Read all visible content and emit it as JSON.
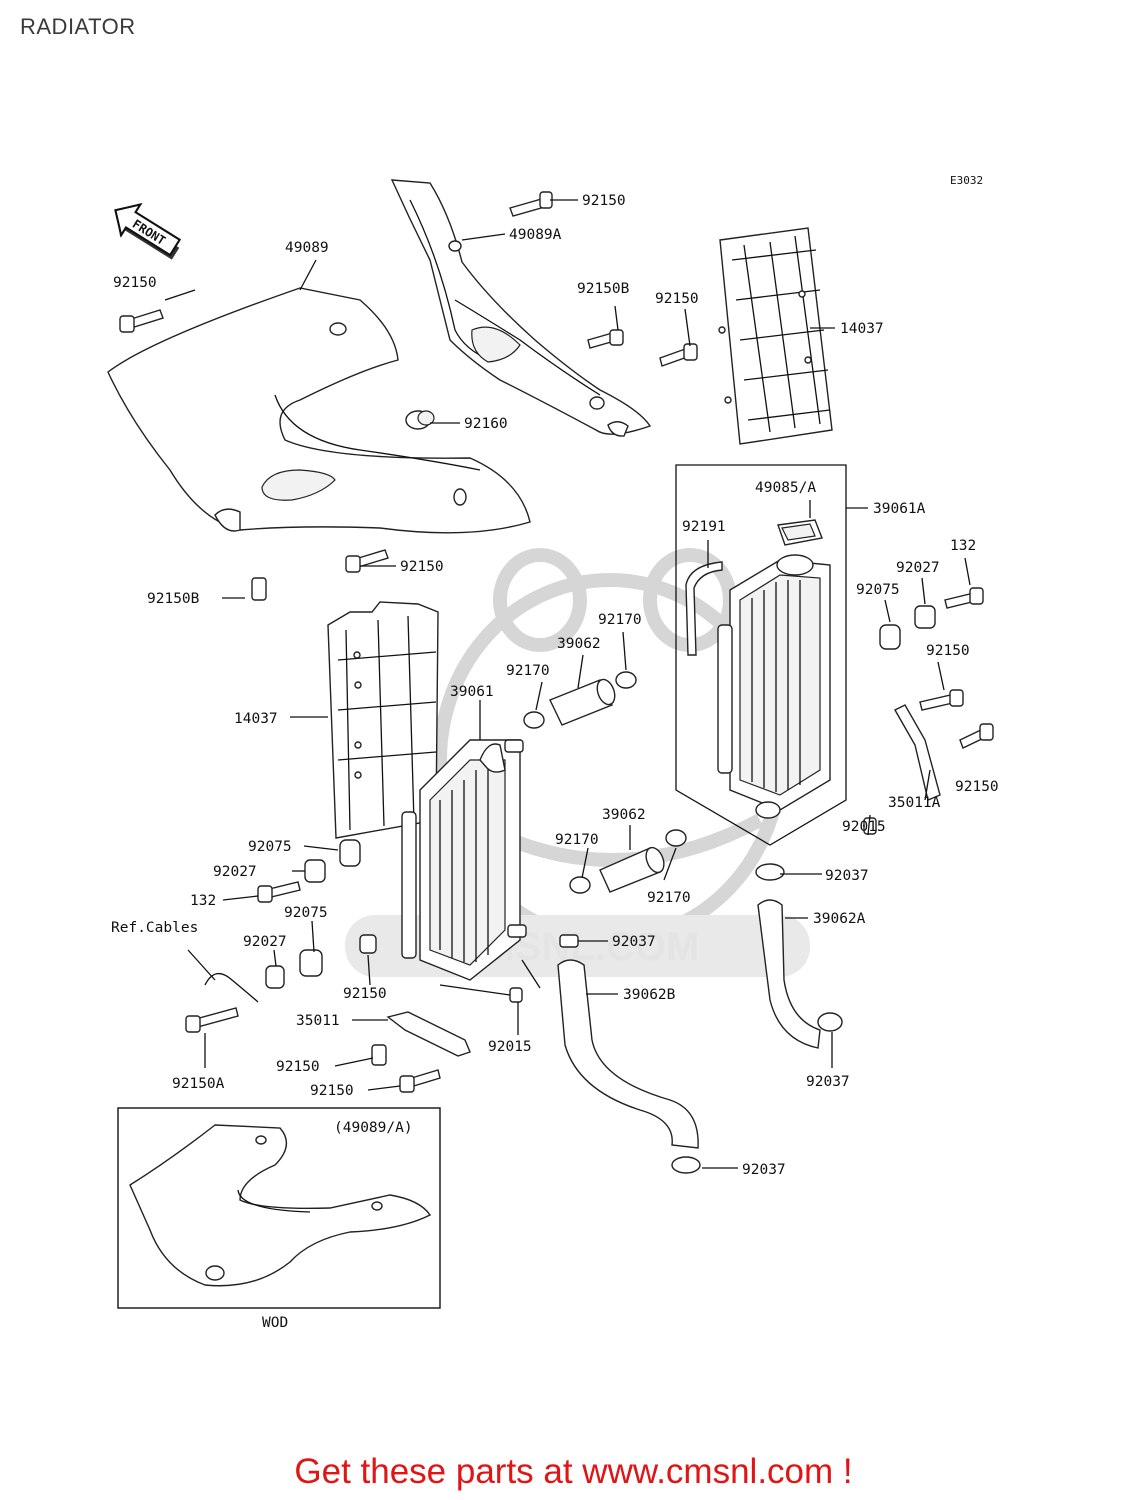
{
  "page": {
    "title": "RADIATOR",
    "footer": "Get these parts at www.cmsnl.com !"
  },
  "diagram": {
    "code": "E3032",
    "front_marker": "FRONT",
    "inset_label": "(49089/A)",
    "inset_caption": "WOD",
    "ref_cables": "Ref.Cables",
    "watermark": "CMSNL.COM",
    "labels": [
      "92150",
      "49089A",
      "92150B",
      "92150",
      "14037",
      "49089",
      "92150",
      "92160",
      "92150",
      "92150B",
      "49085/A",
      "39061A",
      "92191",
      "132",
      "92027",
      "92075",
      "92170",
      "39062",
      "92150",
      "92170",
      "39061",
      "14037",
      "92150",
      "35011A",
      "92015",
      "39062",
      "92170",
      "92075",
      "92037",
      "92027",
      "92170",
      "132",
      "92075",
      "39062A",
      "92027",
      "92037",
      "92150",
      "39062B",
      "35011",
      "92015",
      "92150",
      "92150A",
      "92150",
      "92037",
      "92037"
    ]
  }
}
